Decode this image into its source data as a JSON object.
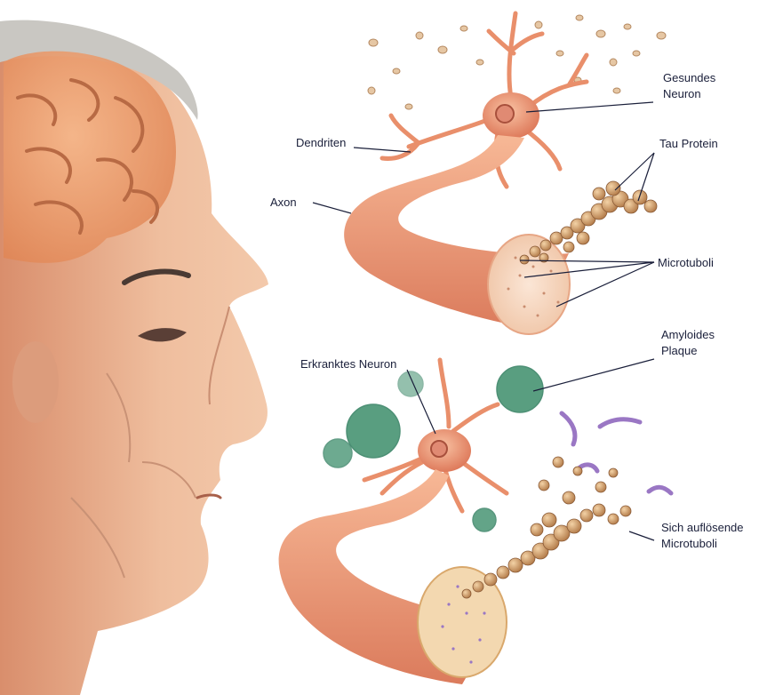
{
  "labels": {
    "healthy_neuron_line1": "Gesundes",
    "healthy_neuron_line2": "Neuron",
    "dendrites": "Dendriten",
    "tau_protein": "Tau Protein",
    "axon": "Axon",
    "microtubules": "Microtuboli",
    "amyloid_line1": "Amyloides",
    "amyloid_line2": "Plaque",
    "diseased_neuron": "Erkranktes Neuron",
    "dissolving_line1": "Sich auflösende",
    "dissolving_line2": "Microtuboli"
  },
  "colors": {
    "neuron_fill": "#f2a47e",
    "neuron_shadow": "#d9745a",
    "microtubule_face": "#f8d9c3",
    "tau_bead": "#d8a36c",
    "plaque": "#2f7d5e",
    "tau_fragment": "#9a77c4",
    "brain": "#ef9e6f",
    "skin": "#e9b08e",
    "label_text": "#1a1f3a",
    "leader_line": "#1a1f3a"
  }
}
